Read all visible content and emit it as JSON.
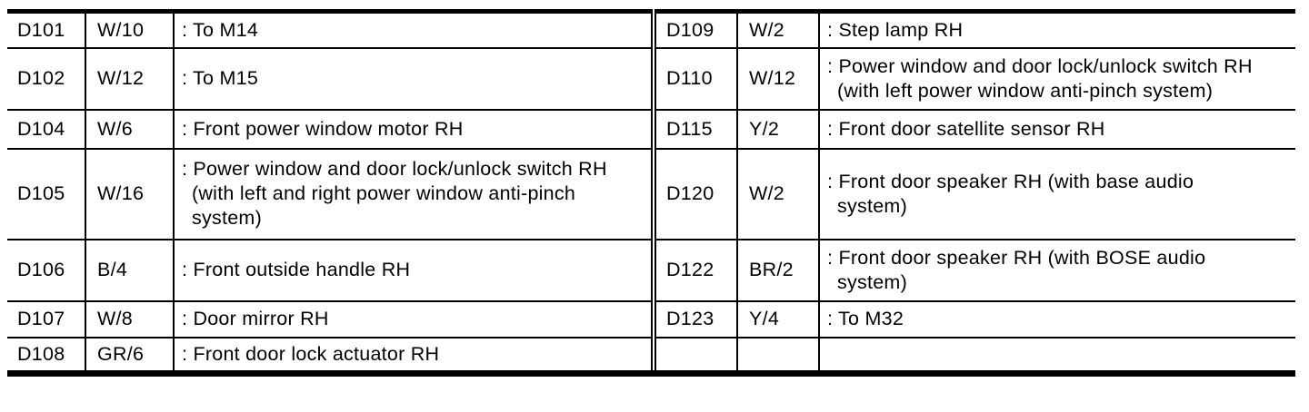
{
  "colors": {
    "background": "#ffffff",
    "border": "#000000",
    "text": "#000000"
  },
  "connector_table": {
    "left": [
      {
        "id": "D101",
        "type": "W/10",
        "desc": ": To M14"
      },
      {
        "id": "D102",
        "type": "W/12",
        "desc": ": To M15"
      },
      {
        "id": "D104",
        "type": "W/6",
        "desc": ": Front power window motor RH"
      },
      {
        "id": "D105",
        "type": "W/16",
        "desc": ": Power window and door lock/unlock switch RH\n(with left and right power window anti-pinch\nsystem)"
      },
      {
        "id": "D106",
        "type": "B/4",
        "desc": ": Front outside handle RH"
      },
      {
        "id": "D107",
        "type": "W/8",
        "desc": ": Door mirror RH"
      },
      {
        "id": "D108",
        "type": "GR/6",
        "desc": ": Front door lock actuator RH"
      }
    ],
    "right": [
      {
        "id": "D109",
        "type": "W/2",
        "desc": ": Step lamp RH"
      },
      {
        "id": "D110",
        "type": "W/12",
        "desc": ": Power window and door lock/unlock switch RH\n(with left power window anti-pinch system)"
      },
      {
        "id": "D115",
        "type": "Y/2",
        "desc": ": Front door satellite sensor RH"
      },
      {
        "id": "D120",
        "type": "W/2",
        "desc": ": Front door speaker RH (with base audio\nsystem)"
      },
      {
        "id": "D122",
        "type": "BR/2",
        "desc": ": Front door speaker RH (with BOSE audio\nsystem)"
      },
      {
        "id": "D123",
        "type": "Y/4",
        "desc": ": To M32"
      },
      {
        "id": "",
        "type": "",
        "desc": ""
      }
    ]
  }
}
